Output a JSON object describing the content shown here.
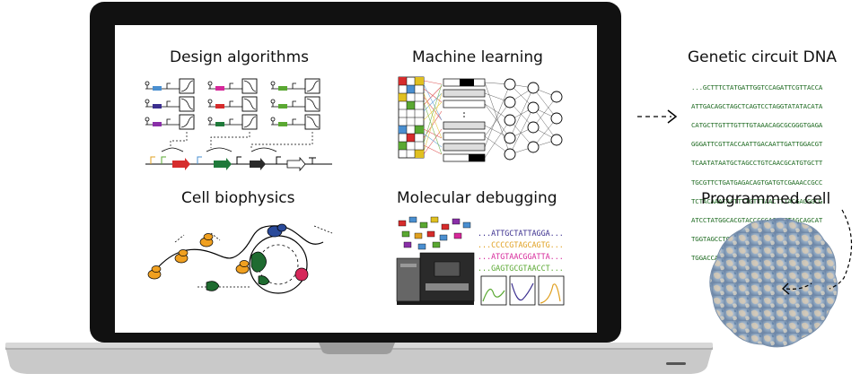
{
  "panels": {
    "design": "Design algorithms",
    "ml": "Machine learning",
    "biophysics": "Cell biophysics",
    "debugging": "Molecular debugging"
  },
  "side": {
    "dna_title": "Genetic circuit DNA",
    "cell_title": "Programmed cell",
    "dna_lines": [
      "...GCTTTCTATGATTGGTCCAGATTCGTTACCA",
      "ATTGACAGCTAGCTCAGTCCTAGGTATATACATA",
      "CATGCTTGTTTGTTTGTAAACAGCGCGGGTGAGA",
      "GGGATTCGTTACCAATTGACAATTGATTGGACGT",
      "TCAATATAATGCTAGCCTGTCAACGCATGTGCTT",
      "TGCGTTCTGATGAGACAGTGATGTCGAAACCGCC",
      "TCTACAAATAATTTTGTTTAACTTTACGAGGGCG",
      "ATCCTATGGCACGTACCCCGAGCCGTAGCAGCAT",
      "TGGTAGCCTGCGTAGTCCGCATACCCATAAAGCG",
      "TGGACCAATAAAGCAGCACTGATTGCCGAAG..."
    ]
  },
  "debug_sequences": [
    {
      "text": "...ATTGCTATTAGGA...",
      "color": "#3b2f8f"
    },
    {
      "text": "...CCCCGTAGCAGTG...",
      "color": "#e0a020"
    },
    {
      "text": "...ATGTAACGGATTA...",
      "color": "#d6289a"
    },
    {
      "text": "...GAGTGCGTAACCT...",
      "color": "#5aa832"
    }
  ],
  "icons": [
    "laptop-icon",
    "dashed-arrow-icon",
    "cell-icon",
    "neural-network-icon",
    "sequencer-icon"
  ]
}
